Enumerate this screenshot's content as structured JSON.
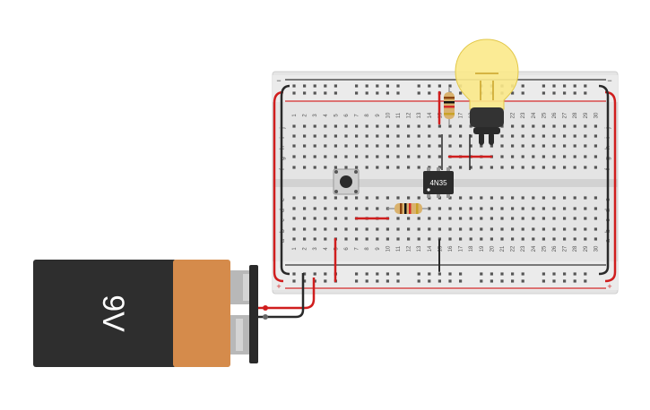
{
  "battery": {
    "label": "9V",
    "body_color": "#2e2e2e",
    "cap_color": "#d58b4b",
    "terminal_color": "#b8b8b8"
  },
  "breadboard": {
    "columns": [
      "1",
      "2",
      "3",
      "4",
      "5",
      "6",
      "7",
      "8",
      "9",
      "10",
      "11",
      "12",
      "13",
      "14",
      "15",
      "16",
      "17",
      "18",
      "19",
      "20",
      "21",
      "22",
      "23",
      "24",
      "25",
      "26",
      "27",
      "28",
      "29",
      "30"
    ],
    "rows_top": [
      "j",
      "i",
      "h",
      "g",
      "f"
    ],
    "rows_bottom": [
      "e",
      "d",
      "c",
      "b",
      "a"
    ],
    "rail_minus": "−",
    "rail_plus": "+",
    "board_color": "#e4e4e4",
    "rail_red": "#d42a2a",
    "rail_black": "#333333"
  },
  "optocoupler": {
    "label": "4N35",
    "color": "#2b2b2b"
  },
  "bulb": {
    "glass_color": "#fbe98a",
    "base_color": "#333333"
  },
  "wire_colors": {
    "red": "#d01e1e",
    "black": "#2a2a2a"
  }
}
